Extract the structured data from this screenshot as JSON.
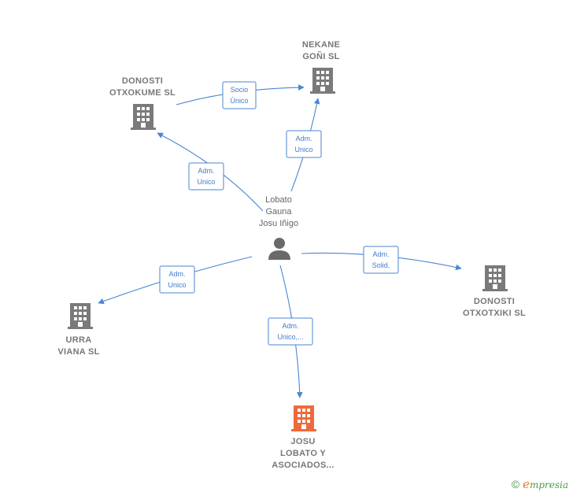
{
  "nodes": {
    "nekane": {
      "line1": "NEKANE",
      "line2": "GOÑI  SL",
      "line3": ""
    },
    "otxokume": {
      "line1": "DONOSTI",
      "line2": "OTXOKUME  SL",
      "line3": ""
    },
    "otxotxiki": {
      "line1": "DONOSTI",
      "line2": "OTXOTXIKI  SL",
      "line3": ""
    },
    "urra": {
      "line1": "URRA",
      "line2": "VIANA  SL",
      "line3": ""
    },
    "josu": {
      "line1": "JOSU",
      "line2": "LOBATO Y",
      "line3": "ASOCIADOS..."
    }
  },
  "person": {
    "line1": "Lobato",
    "line2": "Gauna",
    "line3": "Josu Iñigo"
  },
  "edges": [
    {
      "id": "socio",
      "line1": "Socio",
      "line2": "Único"
    },
    {
      "id": "adm-nekane",
      "line1": "Adm.",
      "line2": "Unico"
    },
    {
      "id": "adm-otxokume",
      "line1": "Adm.",
      "line2": "Unico"
    },
    {
      "id": "adm-urra",
      "line1": "Adm.",
      "line2": "Unico"
    },
    {
      "id": "adm-otxotxiki",
      "line1": "Adm.",
      "line2": "Solid."
    },
    {
      "id": "adm-josu",
      "line1": "Adm.",
      "line2": "Unico,..."
    }
  ],
  "colors": {
    "edge": "#4a86d1",
    "building": "#7a7a7a",
    "building_highlight": "#ee6a3c",
    "person": "#6a6a6a"
  },
  "icons": {
    "company": "building-icon",
    "person": "person-icon"
  },
  "footer": {
    "copyright": "©",
    "brand_initial": "e",
    "brand_rest": "mpresia"
  }
}
